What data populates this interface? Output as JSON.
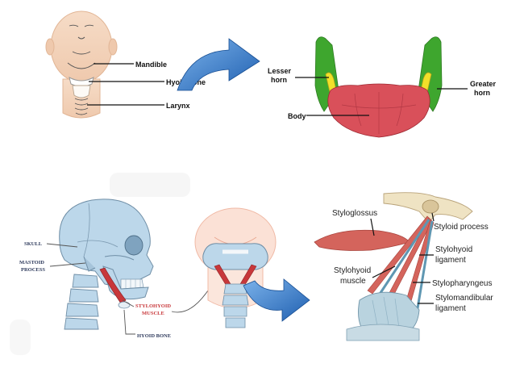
{
  "panel_a": {
    "labels": {
      "mandible": "Mandible",
      "hyoid_bone": "Hyoid bone",
      "larynx": "Larynx"
    }
  },
  "panel_b": {
    "labels": {
      "lesser_horn": [
        "Lesser",
        "horn"
      ],
      "greater_horn": [
        "Greater",
        "horn"
      ],
      "body": "Body"
    },
    "colors": {
      "greater_horn": "#3ea62e",
      "lesser_horn": "#f2e02a",
      "body": "#d9505a"
    }
  },
  "panel_c": {
    "labels": {
      "skull": "SKULL",
      "mastoid_process": [
        "MASTOID",
        "PROCESS"
      ],
      "stylohyoid_muscle": [
        "STYLOHYOID",
        "MUSCLE"
      ],
      "hyoid_bone": "HYOID BONE"
    },
    "colors": {
      "bone": "#bcd7ea",
      "muscle": "#c8373a"
    }
  },
  "panel_d": {
    "labels": {
      "styloglossus": "Styloglossus",
      "styloid_process": "Styloid process",
      "stylohyoid_ligament": [
        "Stylohyoid",
        "ligament"
      ],
      "stylohyoid_muscle": [
        "Stylohyoid",
        "muscle"
      ],
      "stylopharyngeus": "Stylopharyngeus",
      "stylomandibular_ligament": [
        "Stylomandibular",
        "ligament"
      ]
    },
    "colors": {
      "muscle": "#d4645c",
      "ligament": "#5f97b2"
    }
  },
  "arrow_color": "#1f5fb0"
}
